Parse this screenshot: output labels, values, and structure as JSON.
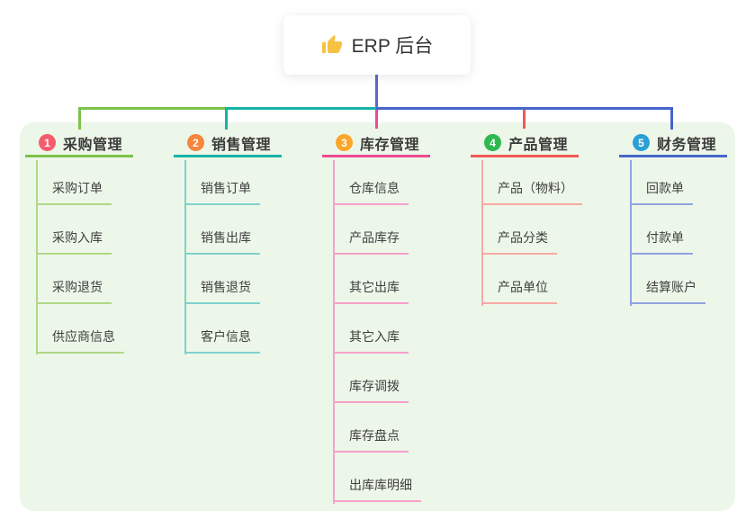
{
  "root": {
    "title": "ERP 后台",
    "icon": "thumbs-up-icon",
    "icon_color": "#f6c244"
  },
  "canvas": {
    "background": "#ffffff",
    "panel_background": "#edf7e9",
    "root_stem_color": "#5868cf"
  },
  "branches": [
    {
      "number": "1",
      "label": "采购管理",
      "badge_color": "#f45c6d",
      "line_color": "#7cc24c",
      "child_line_color": "#aed886",
      "children": [
        "采购订单",
        "采购入库",
        "采购退货",
        "供应商信息"
      ]
    },
    {
      "number": "2",
      "label": "销售管理",
      "badge_color": "#f7853c",
      "line_color": "#16b2a6",
      "child_line_color": "#7fd2ca",
      "children": [
        "销售订单",
        "销售出库",
        "销售退货",
        "客户信息"
      ]
    },
    {
      "number": "3",
      "label": "库存管理",
      "badge_color": "#f9a62b",
      "line_color": "#ed4a94",
      "child_line_color": "#f6a0ca",
      "children": [
        "仓库信息",
        "产品库存",
        "其它出库",
        "其它入库",
        "库存调拨",
        "库存盘点",
        "出库库明细"
      ]
    },
    {
      "number": "4",
      "label": "产品管理",
      "badge_color": "#2eb84f",
      "line_color": "#f25955",
      "child_line_color": "#f8a9a4",
      "children": [
        "产品（物料）",
        "产品分类",
        "产品单位"
      ]
    },
    {
      "number": "5",
      "label": "财务管理",
      "badge_color": "#2b9fd6",
      "line_color": "#4666cb",
      "child_line_color": "#8fa3e0",
      "children": [
        "回款单",
        "付款单",
        "结算账户"
      ]
    }
  ]
}
